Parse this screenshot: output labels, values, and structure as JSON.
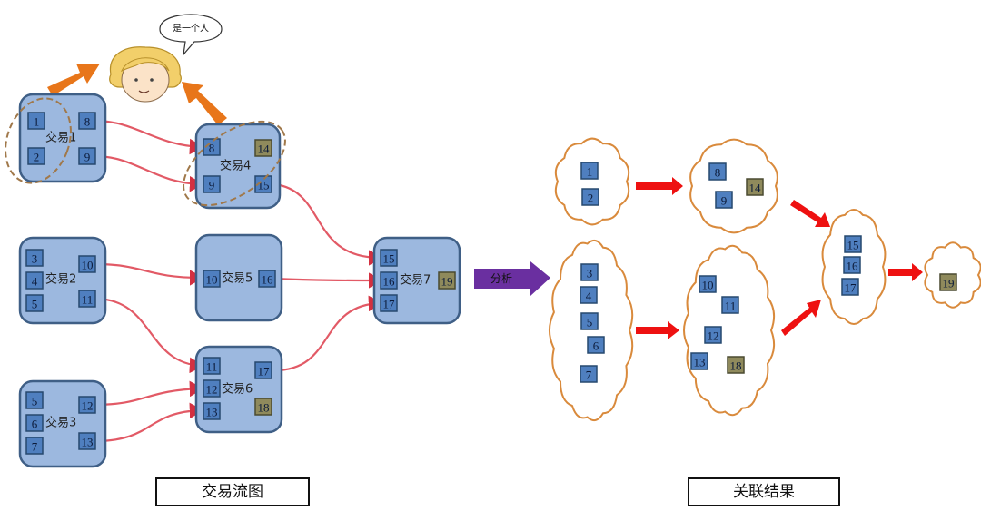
{
  "person": {
    "speech": "是一个人"
  },
  "analyze_arrow": {
    "label": "分析"
  },
  "captions": {
    "left": "交易流图",
    "right": "关联结果"
  },
  "colors": {
    "node_fill": "#9cb8df",
    "account_fill": "#4f7fbf",
    "highlight_account_fill": "#8f8a5c",
    "flow_line": "#e25a66",
    "cloud_stroke": "#d98a3c",
    "result_arrow": "#ee1111",
    "analyze_arrow": "#6a2fa0",
    "person_arrow": "#e8761a"
  },
  "transactions": [
    {
      "id": "t1",
      "label": "交易1",
      "accounts": [
        "1",
        "2",
        "8",
        "9"
      ]
    },
    {
      "id": "t2",
      "label": "交易2",
      "accounts": [
        "3",
        "4",
        "5",
        "10",
        "11"
      ]
    },
    {
      "id": "t3",
      "label": "交易3",
      "accounts": [
        "5",
        "6",
        "7",
        "12",
        "13"
      ]
    },
    {
      "id": "t4",
      "label": "交易4",
      "accounts": [
        "8",
        "9",
        "14",
        "15"
      ],
      "highlight": [
        "14"
      ]
    },
    {
      "id": "t5",
      "label": "交易5",
      "accounts": [
        "10",
        "16"
      ]
    },
    {
      "id": "t6",
      "label": "交易6",
      "accounts": [
        "11",
        "12",
        "13",
        "17",
        "18"
      ],
      "highlight": [
        "18"
      ]
    },
    {
      "id": "t7",
      "label": "交易7",
      "accounts": [
        "15",
        "16",
        "17",
        "19"
      ],
      "highlight": [
        "19"
      ]
    }
  ],
  "flows": [
    {
      "from": "交易1:8",
      "to": "交易4:8"
    },
    {
      "from": "交易1:9",
      "to": "交易4:9"
    },
    {
      "from": "交易2:10",
      "to": "交易5:10"
    },
    {
      "from": "交易2:11",
      "to": "交易6:11"
    },
    {
      "from": "交易3:12",
      "to": "交易6:12"
    },
    {
      "from": "交易3:13",
      "to": "交易6:13"
    },
    {
      "from": "交易4:15",
      "to": "交易7:15"
    },
    {
      "from": "交易5:16",
      "to": "交易7:16"
    },
    {
      "from": "交易6:17",
      "to": "交易7:17"
    }
  ],
  "clusters": [
    {
      "id": "c1",
      "accounts": [
        "1",
        "2"
      ]
    },
    {
      "id": "c2",
      "accounts": [
        "8",
        "9",
        "14"
      ],
      "highlight": [
        "14"
      ]
    },
    {
      "id": "c3",
      "accounts": [
        "3",
        "4",
        "5",
        "6",
        "7"
      ]
    },
    {
      "id": "c4",
      "accounts": [
        "10",
        "11",
        "12",
        "13",
        "18"
      ],
      "highlight": [
        "18"
      ]
    },
    {
      "id": "c5",
      "accounts": [
        "15",
        "16",
        "17"
      ]
    },
    {
      "id": "c6",
      "accounts": [
        "19"
      ],
      "highlight": [
        "19"
      ]
    }
  ],
  "cluster_links": [
    {
      "from": "c1",
      "to": "c2"
    },
    {
      "from": "c3",
      "to": "c4"
    },
    {
      "from": "c2",
      "to": "c5"
    },
    {
      "from": "c4",
      "to": "c5"
    },
    {
      "from": "c5",
      "to": "c6"
    }
  ]
}
